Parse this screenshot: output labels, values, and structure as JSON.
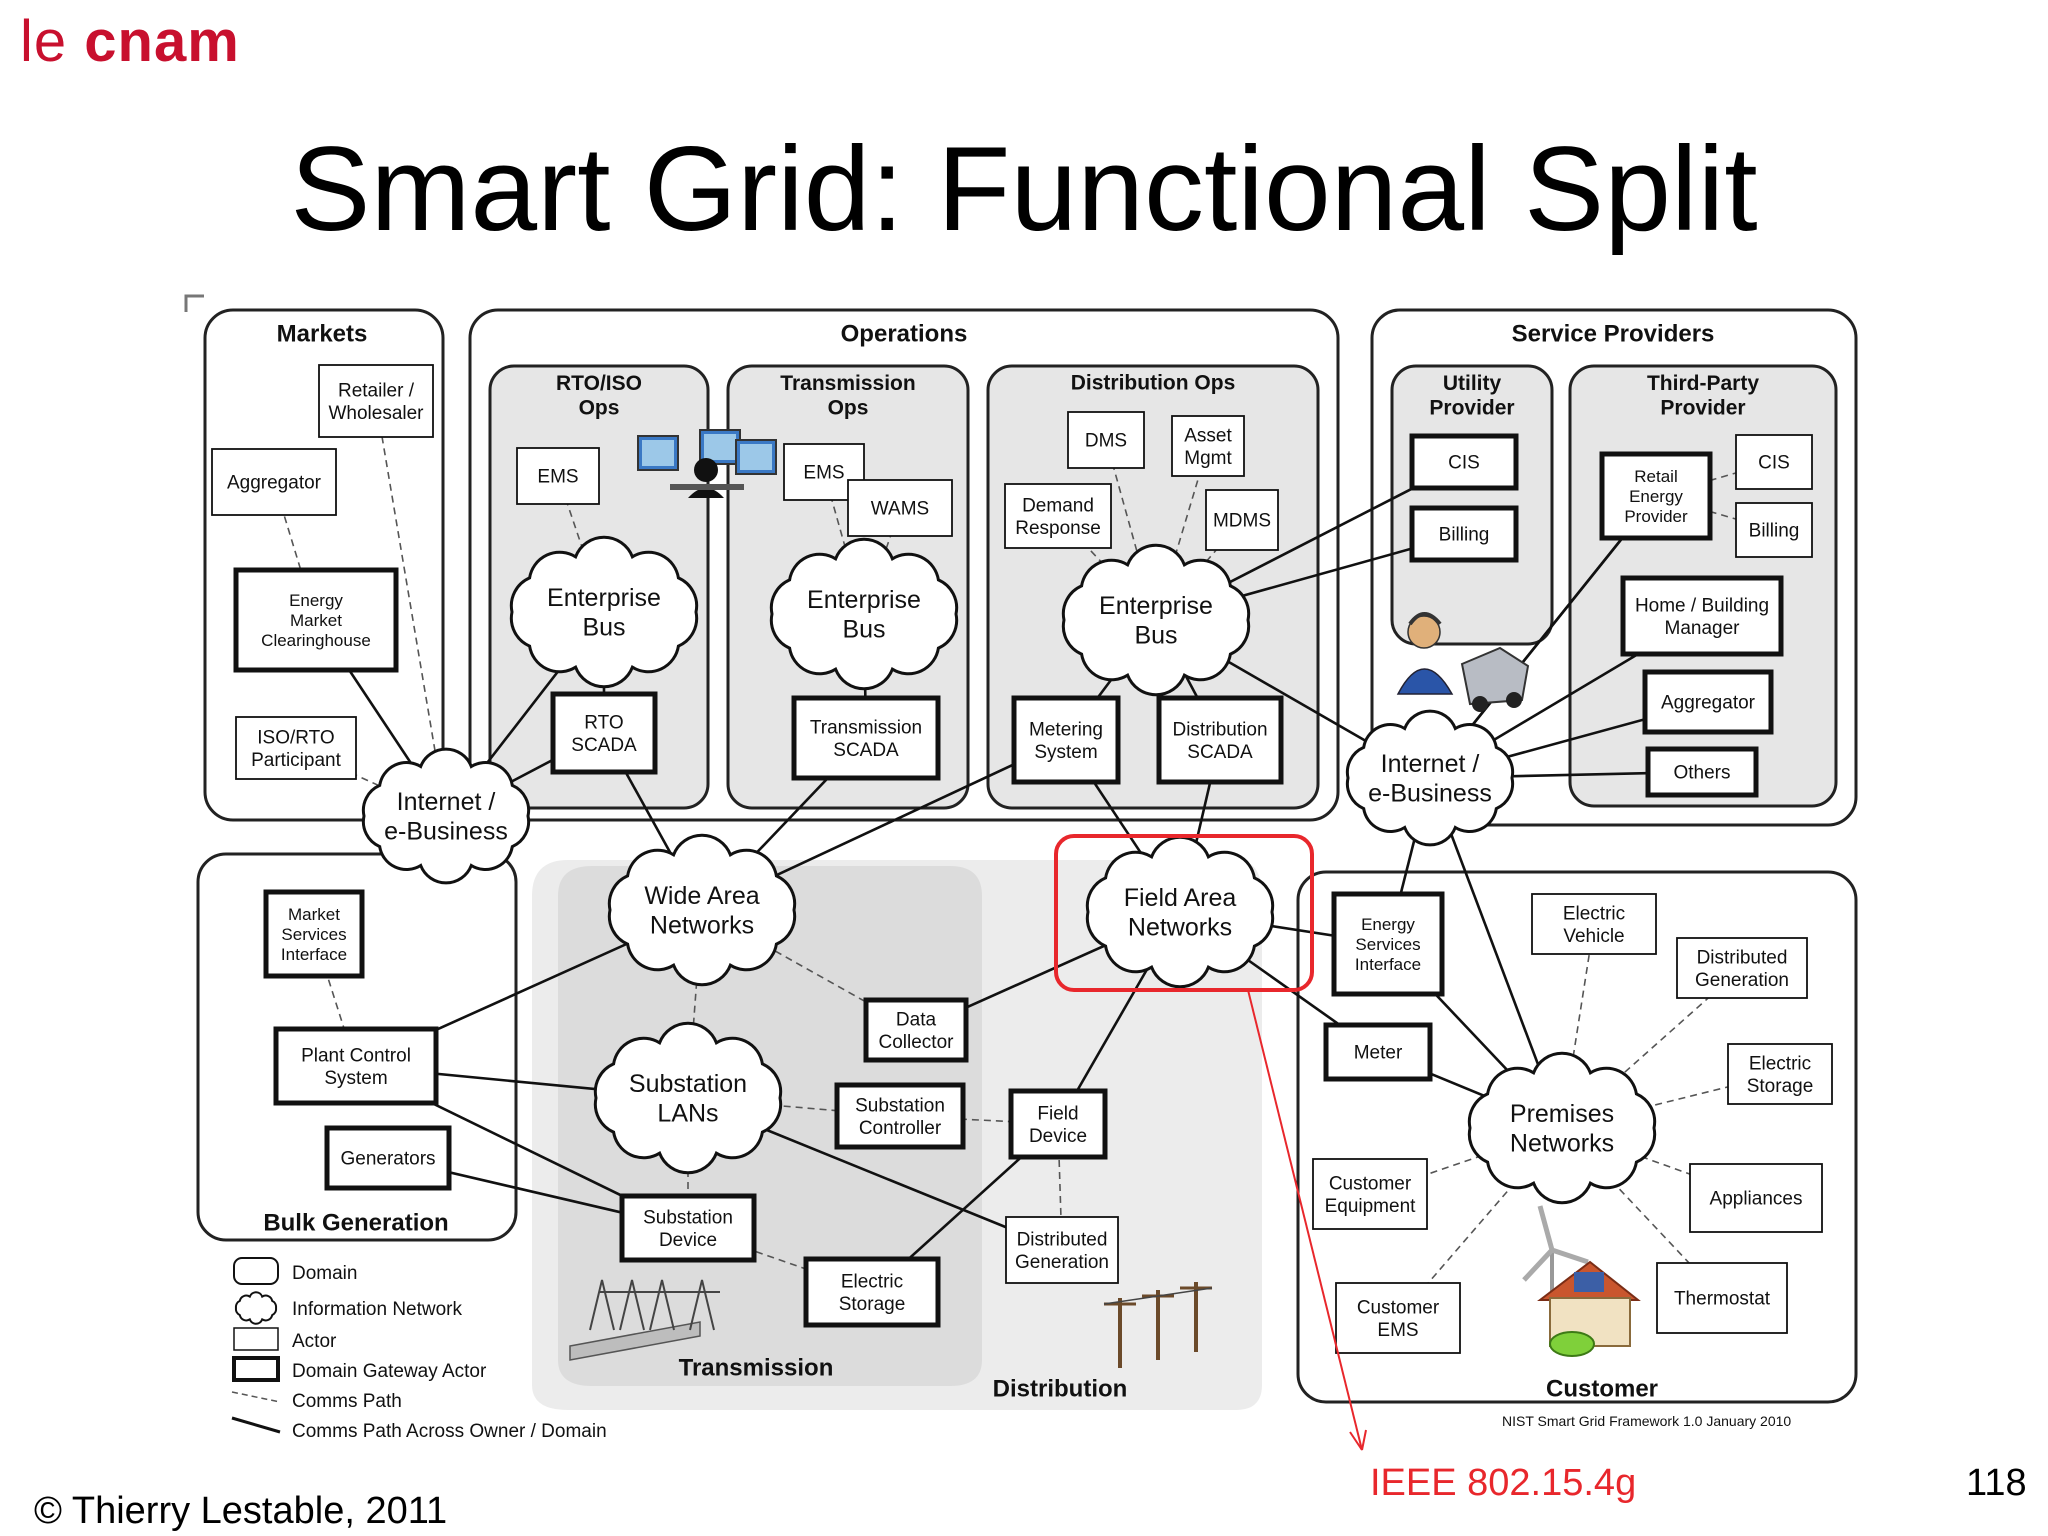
{
  "logo": {
    "le": "le",
    "cnam": "cnam"
  },
  "title": "Smart Grid: Functional Split",
  "footer": {
    "copyright": "© Thierry Lestable, 2011",
    "highlight": "IEEE 802.15.4g",
    "page": "118"
  },
  "domains": {
    "markets": "Markets",
    "operations": "Operations",
    "service_providers": "Service Providers",
    "bulk_generation": "Bulk Generation",
    "transmission": "Transmission",
    "distribution": "Distribution",
    "customer": "Customer"
  },
  "subdomains": {
    "rto_iso_ops": [
      "RTO/ISO",
      "Ops"
    ],
    "transmission_ops": [
      "Transmission",
      "Ops"
    ],
    "distribution_ops": [
      "Distribution Ops"
    ],
    "utility_provider": [
      "Utility",
      "Provider"
    ],
    "third_party_provider": [
      "Third-Party",
      "Provider"
    ]
  },
  "clouds": {
    "enterprise_bus_1": [
      "Enterprise",
      "Bus"
    ],
    "enterprise_bus_2": [
      "Enterprise",
      "Bus"
    ],
    "enterprise_bus_3": [
      "Enterprise",
      "Bus"
    ],
    "internet_left": [
      "Internet /",
      "e-Business"
    ],
    "internet_right": [
      "Internet /",
      "e-Business"
    ],
    "wide_area": [
      "Wide Area",
      "Networks"
    ],
    "field_area": [
      "Field Area",
      "Networks"
    ],
    "substation_lans": [
      "Substation",
      "LANs"
    ],
    "premises": [
      "Premises",
      "Networks"
    ]
  },
  "actors": {
    "retailer": [
      "Retailer /",
      "Wholesaler"
    ],
    "aggregator_m": [
      "Aggregator"
    ],
    "energy_clearinghouse": [
      "Energy",
      "Market",
      "Clearinghouse"
    ],
    "iso_rto_participant": [
      "ISO/RTO",
      "Participant"
    ],
    "ems_rto": [
      "EMS"
    ],
    "rto_scada": [
      "RTO",
      "SCADA"
    ],
    "ems_tx": [
      "EMS"
    ],
    "wams": [
      "WAMS"
    ],
    "transmission_scada": [
      "Transmission",
      "SCADA"
    ],
    "dms": [
      "DMS"
    ],
    "asset_mgmt": [
      "Asset",
      "Mgmt"
    ],
    "demand_response": [
      "Demand",
      "Response"
    ],
    "mdms": [
      "MDMS"
    ],
    "metering_system": [
      "Metering",
      "System"
    ],
    "distribution_scada": [
      "Distribution",
      "SCADA"
    ],
    "cis_utility": [
      "CIS"
    ],
    "billing_utility": [
      "Billing"
    ],
    "retail_energy_provider": [
      "Retail",
      "Energy",
      "Provider"
    ],
    "cis_third": [
      "CIS"
    ],
    "billing_third": [
      "Billing"
    ],
    "home_building_manager": [
      "Home / Building",
      "Manager"
    ],
    "aggregator_sp": [
      "Aggregator"
    ],
    "others": [
      "Others"
    ],
    "market_services_interface": [
      "Market",
      "Services",
      "Interface"
    ],
    "plant_control_system": [
      "Plant Control",
      "System"
    ],
    "generators": [
      "Generators"
    ],
    "data_collector": [
      "Data",
      "Collector"
    ],
    "substation_controller": [
      "Substation",
      "Controller"
    ],
    "substation_device": [
      "Substation",
      "Device"
    ],
    "electric_storage_t": [
      "Electric",
      "Storage"
    ],
    "field_device": [
      "Field",
      "Device"
    ],
    "distributed_generation_d": [
      "Distributed",
      "Generation"
    ],
    "energy_services_interface": [
      "Energy",
      "Services",
      "Interface"
    ],
    "meter": [
      "Meter"
    ],
    "electric_vehicle": [
      "Electric",
      "Vehicle"
    ],
    "distributed_generation_c": [
      "Distributed",
      "Generation"
    ],
    "electric_storage_c": [
      "Electric",
      "Storage"
    ],
    "customer_equipment": [
      "Customer",
      "Equipment"
    ],
    "appliances": [
      "Appliances"
    ],
    "customer_ems": [
      "Customer",
      "EMS"
    ],
    "thermostat": [
      "Thermostat"
    ]
  },
  "legend": {
    "domain": "Domain",
    "information_network": "Information Network",
    "actor": "Actor",
    "gateway_actor": "Domain Gateway Actor",
    "comms_path": "Comms Path",
    "comms_path_across": "Comms Path Across Owner / Domain"
  },
  "source": "NIST Smart Grid Framework 1.0 January 2010",
  "colors": {
    "logo_red": "#c8102e",
    "highlight_red": "#e8272c",
    "shaded_domain": "#e3e3e3",
    "inner_panel": "#e6e6e6"
  },
  "icons": [
    "operator-workstation-icon",
    "technician-with-vehicle-icon",
    "transmission-substation-icon",
    "distribution-pole-icon",
    "smart-home-with-wind-turbine-icon"
  ]
}
